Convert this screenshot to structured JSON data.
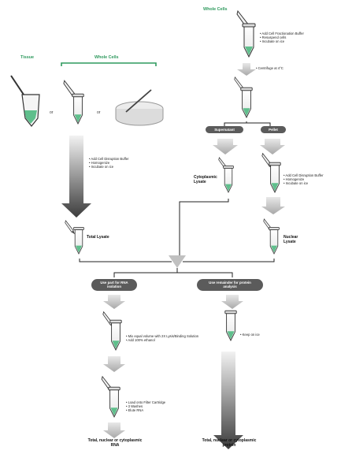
{
  "headers": {
    "tissue": "Tissue",
    "whole_cells_left": "Whole Cells",
    "whole_cells_right": "Whole Cells"
  },
  "connectors": {
    "or_1": "or",
    "or_2": "or"
  },
  "steps": {
    "left_lysis": [
      "Add Cell Disruption Buffer",
      "Homogenize",
      "Incubate on ice"
    ],
    "right_start": [
      "Add Cell Fractionation Buffer",
      "Resuspend cells",
      "Incubate on ice"
    ],
    "centrifuge": "Centrifuge at 4°C",
    "nuclear_lysis": [
      "Add Cell Disruption Buffer",
      "Homogenize",
      "Incubate on ice"
    ],
    "rna_binding": [
      "Mix equal volume with 2X Lysis/Binding Solution",
      "Add 100% ethanol"
    ],
    "protein": "Keep on ice",
    "filter": [
      "Load onto Filter Cartridge",
      "3 Washes",
      "Elute RNA"
    ]
  },
  "branches": {
    "supernatant": "Supernatant",
    "pellet": "Pellet"
  },
  "products": {
    "cytoplasmic_lysate": "Cytoplasmic Lysate",
    "total_lysate": "Total Lysate",
    "nuclear_lysate": "Nuclear Lysate"
  },
  "paths": {
    "rna": "Use part for RNA isolation",
    "protein": "Use remainder for protein analysis"
  },
  "outputs": {
    "rna": "Total, nuclear or cytoplasmic RNA",
    "protein": "Total, nuclear or cytoplasmic protein"
  },
  "colors": {
    "accent_green": "#2f9a5e",
    "liquid": "#5fbf8c",
    "arrow_dark": "#5a5a5a",
    "arrow_light": "#c9c9c9"
  }
}
